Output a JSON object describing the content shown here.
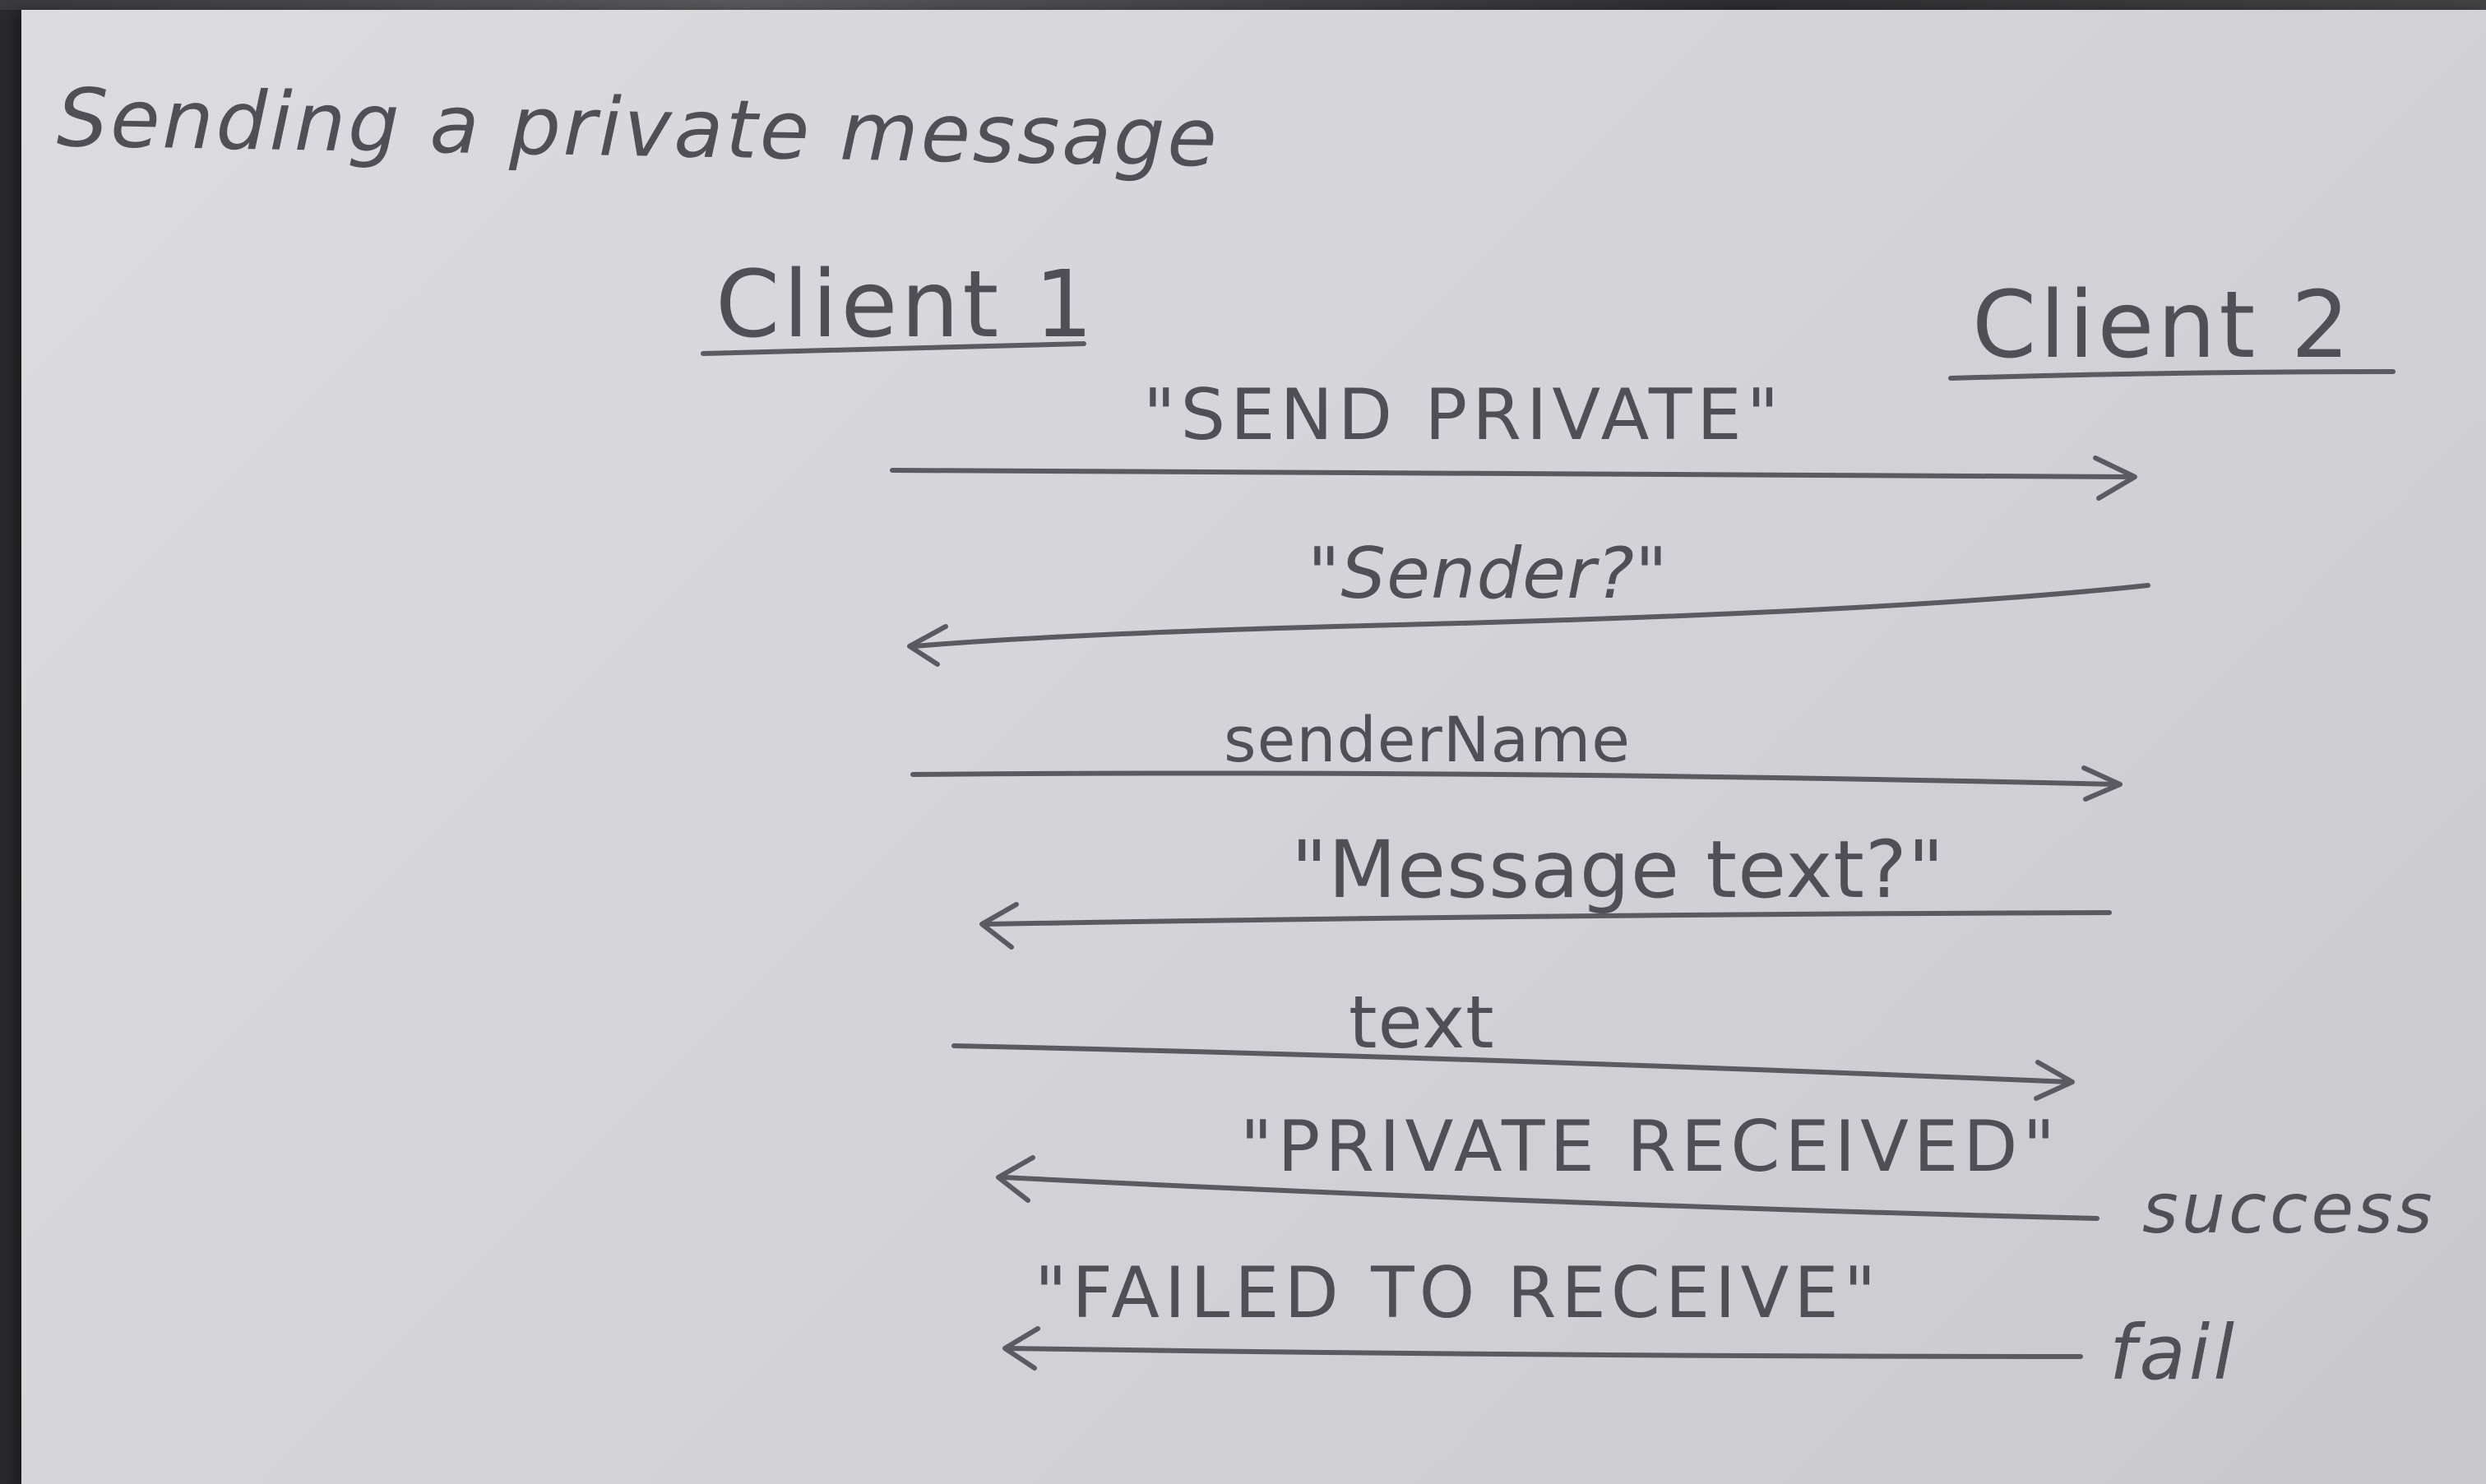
{
  "diagram": {
    "title": "Sending a private message",
    "participants": [
      {
        "id": "client1",
        "label": "Client 1"
      },
      {
        "id": "client2",
        "label": "Client 2"
      }
    ],
    "messages": [
      {
        "label": "\"SEND PRIVATE\"",
        "from": "client1",
        "to": "client2"
      },
      {
        "label": "\"Sender?\"",
        "from": "client2",
        "to": "client1"
      },
      {
        "label": "senderName",
        "from": "client1",
        "to": "client2"
      },
      {
        "label": "\"Message text?\"",
        "from": "client2",
        "to": "client1"
      },
      {
        "label": "text",
        "from": "client1",
        "to": "client2"
      },
      {
        "label": "\"PRIVATE RECEIVED\"",
        "from": "client2",
        "to": "client1",
        "note": "success"
      },
      {
        "label": "\"FAILED TO RECEIVE\"",
        "from": "client2",
        "to": "client1",
        "note": "fail"
      }
    ],
    "colors": {
      "paper": "#d6d6da",
      "pencil": "#4f4f55",
      "background": "#2a2a2c"
    }
  }
}
